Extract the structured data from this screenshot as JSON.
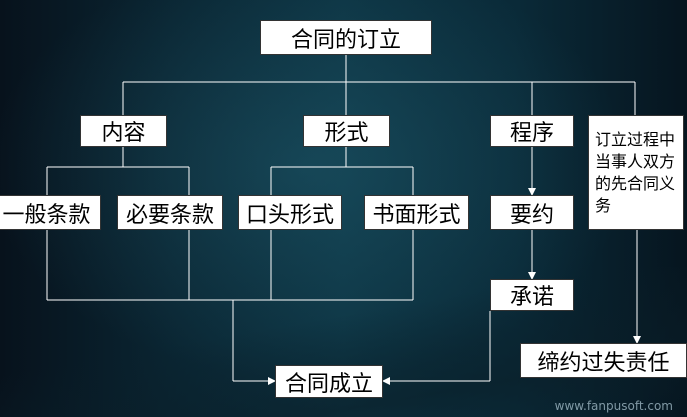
{
  "nodes": {
    "top": "合同的订立",
    "content": "内容",
    "form": "形式",
    "procedure": "程序",
    "note": "订立过程中当事人双方的先合同义务",
    "general_terms": "一般条款",
    "essential_terms": "必要条款",
    "oral_form": "口头形式",
    "written_form": "书面形式",
    "offer": "要约",
    "acceptance": "承诺",
    "formation": "合同成立",
    "culpa": "缔约过失责任"
  },
  "watermark": "www.fanpusoft.com"
}
